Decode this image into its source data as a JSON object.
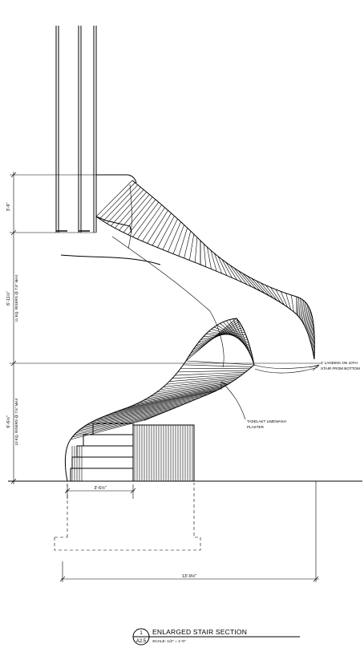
{
  "dimensions": {
    "upper_landing_height": "3'-6\"",
    "upper_flight_height": "6'-11½\"",
    "upper_flight_note": "11 EQ. RISERS @ 7.5\" MAX",
    "lower_flight_height": "6'-6½\"",
    "lower_flight_note": "10 EQ. RISERS @ 7.5\" MAX",
    "bottom_step_width": "3'-6½\"",
    "overall_width": "13'-9½\""
  },
  "notes": {
    "landing_note_line1": "4' LANDING ON 10TH",
    "landing_note_line2": "STAIR FROM BOTTOM",
    "finish_note_line1": "TADELAKT LIMEWASH",
    "finish_note_line2": "PLASTER"
  },
  "title_block": {
    "drawing_number": "1",
    "sheet_number": "A2.5",
    "title": "ENLARGED STAIR SECTION",
    "scale": "SCALE:  1/2\" = 1'-0\""
  }
}
